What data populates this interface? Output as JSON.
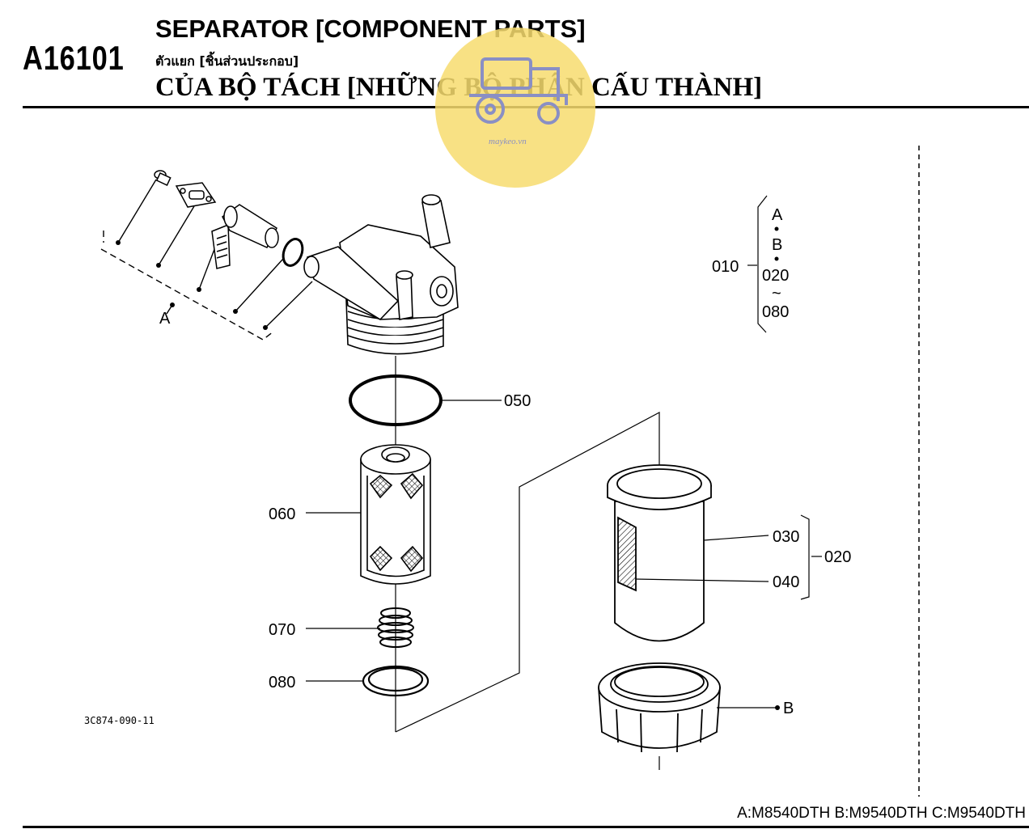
{
  "header": {
    "code": "A16101",
    "title_en": "SEPARATOR [COMPONENT PARTS]",
    "title_th": "ตัวแยก [ชิ้นส่วนประกอบ]",
    "title_vi": "CỦA BỘ TÁCH [NHỮNG BỘ PHẬN CẤU THÀNH]"
  },
  "watermark": {
    "text": "maykeo.vn",
    "color": "#f7dc6f",
    "icon": "tractor-icon"
  },
  "diagram": {
    "ref_number": "3C874-090-11",
    "callouts": {
      "p050": "050",
      "p060": "060",
      "p070": "070",
      "p080": "080",
      "p030": "030",
      "p040": "040",
      "p020": "020",
      "group_a": "A",
      "ref_b": "B"
    },
    "assembly_key": {
      "p010": "010",
      "a": "A",
      "b": "B",
      "from": "020",
      "tilde": "~",
      "to": "080"
    }
  },
  "footer": {
    "models": "A:M8540DTH B:M9540DTH C:M9540DTH"
  }
}
